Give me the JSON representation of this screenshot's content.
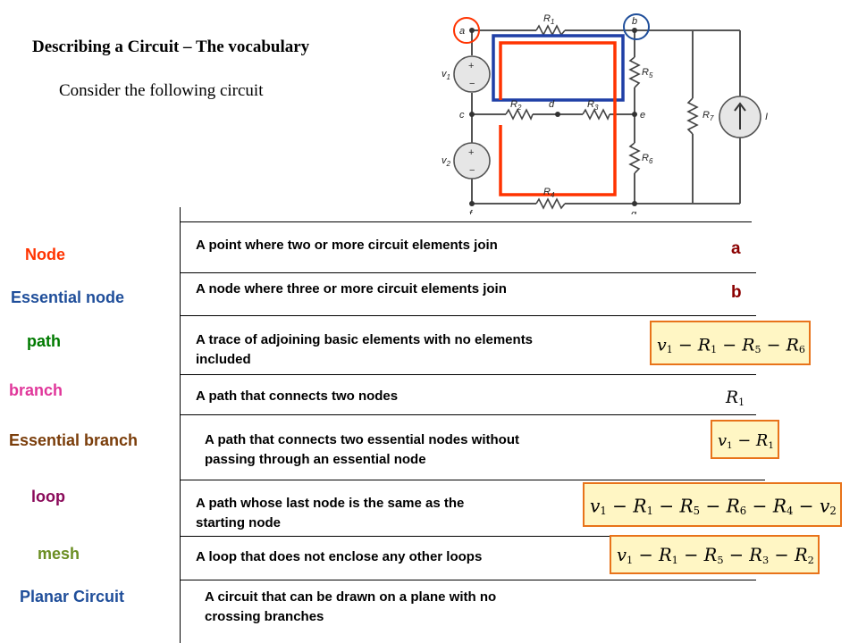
{
  "title": "Describing a Circuit – The vocabulary",
  "subtitle": "Consider the following circuit",
  "circuit": {
    "node_labels": [
      "a",
      "b",
      "c",
      "d",
      "e",
      "f",
      "g"
    ],
    "component_labels": {
      "v1": "v",
      "v1_sub": "1",
      "v2": "v",
      "v2_sub": "2",
      "R": "R",
      "I": "I",
      "r1": "1",
      "r2": "2",
      "r3": "3",
      "r4": "4",
      "r5": "5",
      "r6": "6",
      "r7": "7"
    }
  },
  "rows": [
    {
      "term": "Node",
      "term_color": "#ff3300",
      "definition_lines": [
        "A point where two or more circuit elements join"
      ],
      "example": "a"
    },
    {
      "term": "Essential node",
      "term_color": "#1f4e9a",
      "definition_lines": [
        "A node where three or more  circuit elements join"
      ],
      "example": "b"
    },
    {
      "term": "path",
      "term_color": "#007a00",
      "definition_lines": [
        "A trace of adjoining basic elements  with no elements",
        "included"
      ],
      "example_expr": [
        [
          "v",
          "1"
        ],
        [
          "R",
          "1"
        ],
        [
          "R",
          "5"
        ],
        [
          "R",
          "6"
        ]
      ]
    },
    {
      "term": "branch",
      "term_color": "#e0369a",
      "definition_lines": [
        "A path that connects two nodes"
      ],
      "example_expr": [
        [
          "R",
          "1"
        ]
      ]
    },
    {
      "term": "Essential branch",
      "term_color": "#7a3d0a",
      "definition_lines": [
        "A path that connects two essential nodes without",
        "passing through an essential node"
      ],
      "example_expr": [
        [
          "v",
          "1"
        ],
        [
          "R",
          "1"
        ]
      ]
    },
    {
      "term": "loop",
      "term_color": "#8a0a5a",
      "definition_lines": [
        "A path whose last node is the same as the",
        "starting node"
      ],
      "example_expr": [
        [
          "v",
          "1"
        ],
        [
          "R",
          "1"
        ],
        [
          "R",
          "5"
        ],
        [
          "R",
          "6"
        ],
        [
          "R",
          "4"
        ],
        [
          "v",
          "2"
        ]
      ]
    },
    {
      "term": "mesh",
      "term_color": "#6b8e23",
      "definition_lines": [
        "A loop that does not enclose any other loops"
      ],
      "example_expr": [
        [
          "v",
          "1"
        ],
        [
          "R",
          "1"
        ],
        [
          "R",
          "5"
        ],
        [
          "R",
          "3"
        ],
        [
          "R",
          "2"
        ]
      ]
    },
    {
      "term": "Planar Circuit",
      "term_color": "#1f4e9a",
      "definition_lines": [
        "A circuit that can be drawn on a plane with no",
        "crossing branches"
      ]
    }
  ],
  "colors": {
    "highlight_fill": "#fff6c4",
    "highlight_border": "#e8731a",
    "circle_red": "#ff3300",
    "circle_blue": "#1f4e9a",
    "loop_red": "#ff3300",
    "mesh_blue": "#1f3fa6",
    "answer": "#8b0000"
  }
}
